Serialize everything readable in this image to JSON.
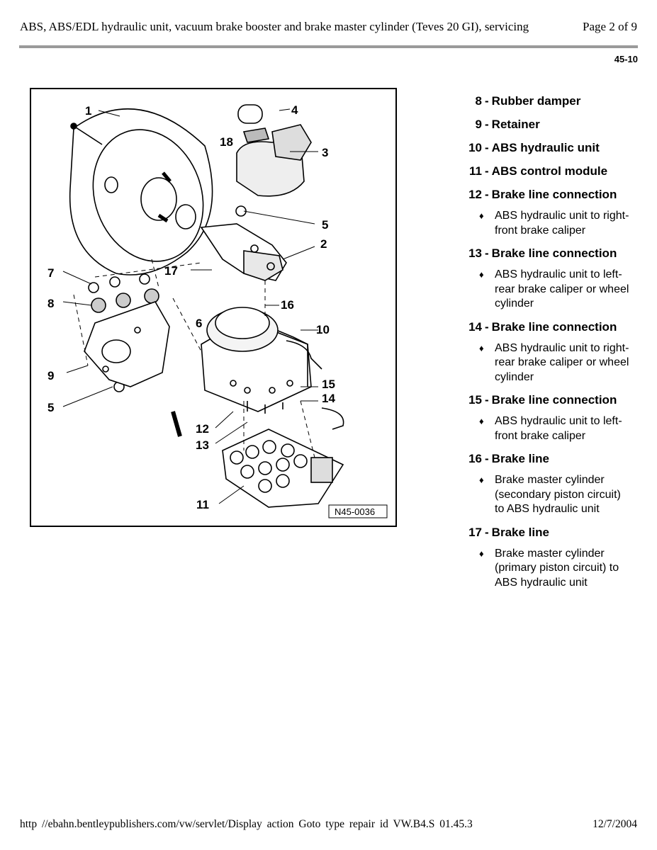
{
  "header": {
    "title": "ABS, ABS/EDL hydraulic unit, vacuum brake booster and brake master cylinder (Teves 20 GI), servicing",
    "page": "Page 2 of 9"
  },
  "section_code": "45-10",
  "figure": {
    "code": "N45-0036",
    "callouts": {
      "c1": "1",
      "c2": "2",
      "c3": "3",
      "c4": "4",
      "c5a": "5",
      "c5b": "5",
      "c6": "6",
      "c7": "7",
      "c8": "8",
      "c9": "9",
      "c10": "10",
      "c11": "11",
      "c12": "12",
      "c13": "13",
      "c14": "14",
      "c15": "15",
      "c16": "16",
      "c17": "17",
      "c18": "18"
    }
  },
  "legend": [
    {
      "num": "8",
      "label": "Rubber damper"
    },
    {
      "num": "9",
      "label": "Retainer"
    },
    {
      "num": "10",
      "label": "ABS hydraulic unit"
    },
    {
      "num": "11",
      "label": "ABS control module"
    },
    {
      "num": "12",
      "label": "Brake line connection",
      "note": "ABS hydraulic unit to right-front brake caliper"
    },
    {
      "num": "13",
      "label": "Brake line connection",
      "note": "ABS hydraulic unit to left-rear brake caliper or wheel cylinder"
    },
    {
      "num": "14",
      "label": "Brake line connection",
      "note": "ABS hydraulic unit to right-rear brake caliper or wheel cylinder"
    },
    {
      "num": "15",
      "label": "Brake line connection",
      "note": "ABS hydraulic unit to left-front brake caliper"
    },
    {
      "num": "16",
      "label": "Brake line",
      "note": "Brake master cylinder (secondary piston circuit) to ABS hydraulic unit"
    },
    {
      "num": "17",
      "label": "Brake line",
      "note": "Brake master cylinder (primary piston circuit) to ABS hydraulic unit"
    }
  ],
  "footer": {
    "url": "http //ebahn.bentleypublishers.com/vw/servlet/Display action Goto type repair id VW.B4.S 01.45.3",
    "date": "12/7/2004"
  }
}
